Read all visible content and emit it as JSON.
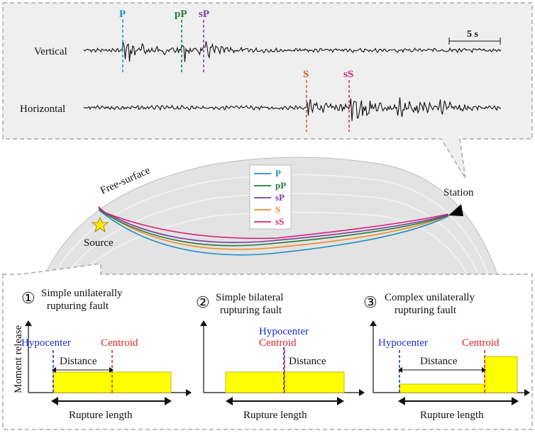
{
  "seismogram": {
    "vertical_label": "Vertical",
    "horizontal_label": "Horizontal",
    "scale_label": "5 s",
    "phases_vertical": [
      {
        "label": "P",
        "color": "#1f8fc6"
      },
      {
        "label": "pP",
        "color": "#1f7a3a"
      },
      {
        "label": "sP",
        "color": "#7a3d9a"
      }
    ],
    "phases_horizontal": [
      {
        "label": "S",
        "color": "#e9541e"
      },
      {
        "label": "sS",
        "color": "#d6207c"
      }
    ]
  },
  "earth": {
    "free_surface_label": "Free-surface",
    "source_label": "Source",
    "station_label": "Station",
    "legend": [
      {
        "label": "P",
        "color": "#1f8fc6"
      },
      {
        "label": "pP",
        "color": "#1f7a3a"
      },
      {
        "label": "sP",
        "color": "#7a3d9a"
      },
      {
        "label": "S",
        "color": "#f08a24"
      },
      {
        "label": "sS",
        "color": "#d6207c"
      }
    ]
  },
  "panels": [
    {
      "number": "①",
      "title_line1": "Simple unilaterally",
      "title_line2": "rupturing fault",
      "hypocenter": "Hypocenter",
      "centroid": "Centroid",
      "distance": "Distance",
      "rupture": "Rupture length"
    },
    {
      "number": "②",
      "title_line1": "Simple bilateral",
      "title_line2": "rupturing fault",
      "hypocenter": "Hypocenter",
      "centroid": "Centroid",
      "distance": "Distance",
      "rupture": "Rupture length"
    },
    {
      "number": "③",
      "title_line1": "Complex unilaterally",
      "title_line2": "rupturing fault",
      "hypocenter": "Hypocenter",
      "centroid": "Centroid",
      "distance": "Distance",
      "rupture": "Rupture length"
    }
  ],
  "y_axis_label": "Moment release",
  "colors": {
    "hypocenter": "#1a2fd6",
    "centroid": "#e0202a",
    "fill": "#ffff00",
    "box_border": "#aaaaaa",
    "earth_fill": "#e3e3e3"
  }
}
